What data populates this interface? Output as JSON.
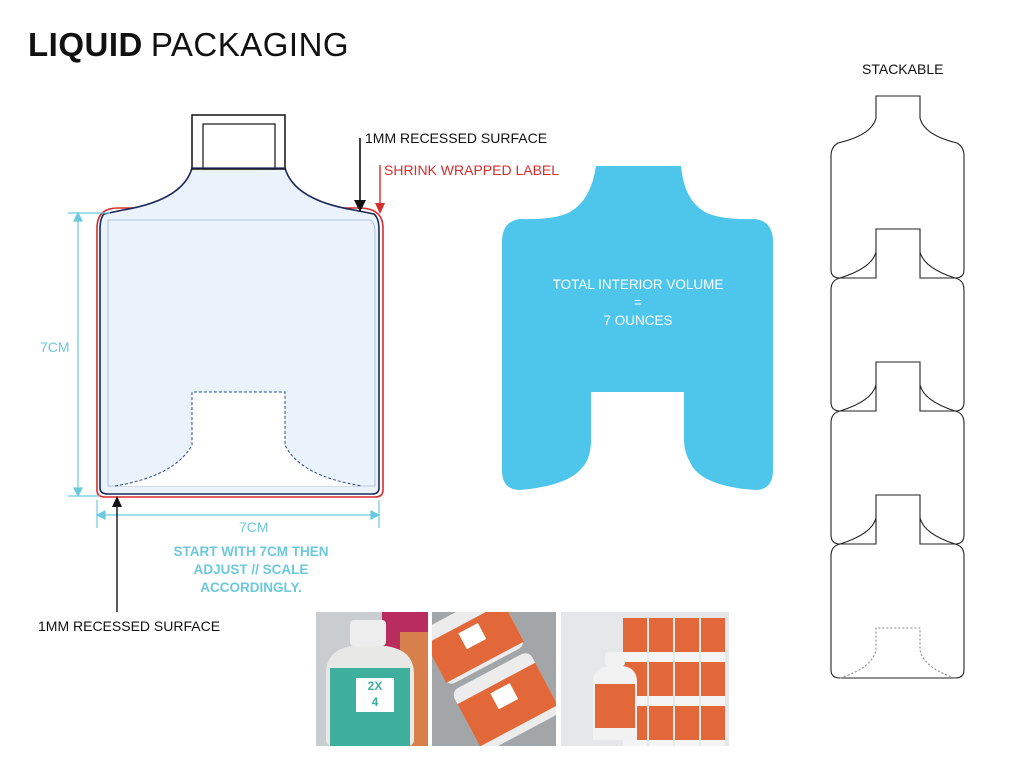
{
  "title": {
    "bold": "LIQUID",
    "light": "PACKAGING"
  },
  "labels": {
    "recessed_top": "1MM RECESSED SURFACE",
    "shrink_label": "SHRINK WRAPPED LABEL",
    "height_dim": "7CM",
    "width_dim": "7CM",
    "recessed_bottom": "1MM RECESSED SURFACE",
    "stackable": "STACKABLE"
  },
  "note": {
    "line1": "START WITH 7CM THEN",
    "line2": "ADJUST // SCALE",
    "line3": "ACCORDINGLY."
  },
  "volume": {
    "line1": "TOTAL INTERIOR VOLUME",
    "line2": "=",
    "line3": "7 OUNCES"
  },
  "photos": {
    "caps_line1": "2X",
    "caps_line2": "4"
  },
  "colors": {
    "bottle_fill": "#eaf2fb",
    "bottle_outline": "#1c2a5a",
    "label_red": "#d62d2d",
    "dimension_cyan": "#6cc9dd",
    "volume_blue": "#4ec5ea"
  }
}
